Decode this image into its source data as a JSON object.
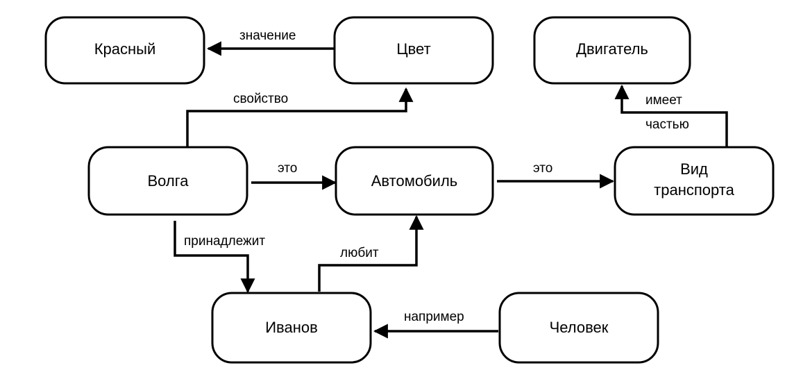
{
  "nodes": {
    "krasny": "Красный",
    "tsvet": "Цвет",
    "dvigatel": "Двигатель",
    "volga": "Волга",
    "avtomobil": "Автомобиль",
    "vid_transporta_line1": "Вид",
    "vid_transporta_line2": "транспорта",
    "ivanov": "Иванов",
    "chelovek": "Человек"
  },
  "edges": {
    "znachenie": "значение",
    "svoystvo": "свойство",
    "eto_1": "это",
    "eto_2": "это",
    "imeet_line1": "имеет",
    "imeet_line2": "частью",
    "prinadlezhit": "принадлежит",
    "lyubit": "любит",
    "naprimer": "например"
  }
}
